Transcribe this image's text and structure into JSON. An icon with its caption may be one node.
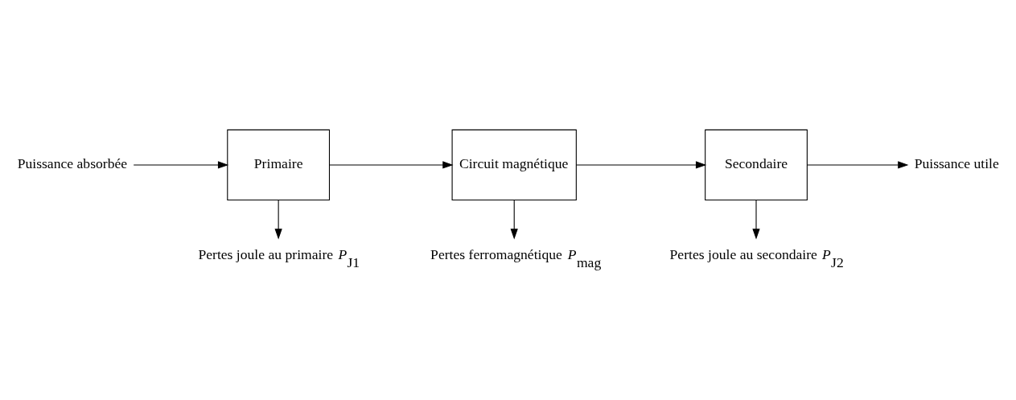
{
  "diagram": {
    "nodes": [
      {
        "text": [
          "Puissance absorbée"
        ]
      },
      {
        "text": [
          "Primaire"
        ]
      },
      {
        "text": [
          "Circuit magnétique"
        ]
      },
      {
        "text": [
          "Secondaire"
        ]
      },
      {
        "text": [
          "Puissance utile"
        ]
      },
      {
        "text": [
          "Pertes joule au primaire *P*$_{J1}$"
        ]
      },
      {
        "text": [
          "Pertes ferromagnétique *P*$_{mag}$"
        ]
      },
      {
        "text": [
          "Pertes joule au secondaire *P*$_{J2}$"
        ]
      }
    ],
    "edges": [
      {
        "from": 0,
        "to": 1,
        "arrow": "to"
      },
      {
        "from": 1,
        "to": 2,
        "arrow": "to"
      },
      {
        "from": 2,
        "to": 3,
        "arrow": "to"
      },
      {
        "from": 3,
        "to": 4,
        "arrow": "to"
      },
      {
        "from": 1,
        "to": 5,
        "arrow": "to"
      },
      {
        "from": 2,
        "to": 6,
        "arrow": "to"
      },
      {
        "from": 3,
        "to": 7,
        "arrow": "to"
      }
    ]
  }
}
